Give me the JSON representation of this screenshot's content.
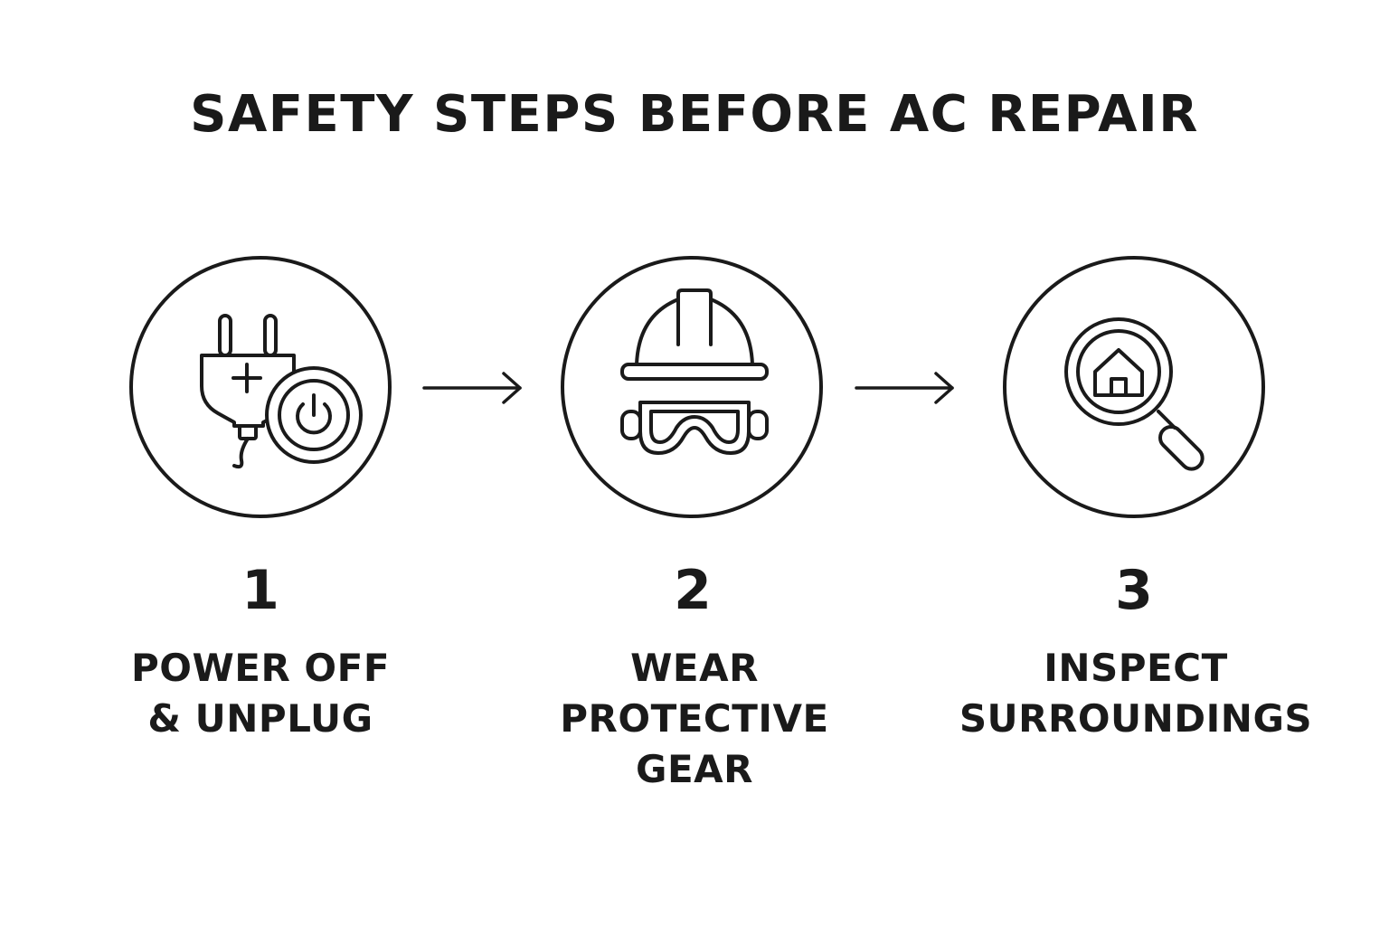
{
  "title": "SAFETY STEPS BEFORE AC REPAIR",
  "steps": [
    {
      "number": "1",
      "label_lines": [
        "POWER OFF",
        "& UNPLUG"
      ],
      "icon": "plug-power-icon"
    },
    {
      "number": "2",
      "label_lines": [
        "WEAR",
        "PROTECTIVE",
        "GEAR"
      ],
      "icon": "hardhat-goggles-icon"
    },
    {
      "number": "3",
      "label_lines": [
        "INSPECT",
        "SURROUNDINGS"
      ],
      "icon": "magnifier-house-icon"
    }
  ],
  "colors": {
    "ink": "#1a1a1a",
    "background": "#ffffff"
  }
}
